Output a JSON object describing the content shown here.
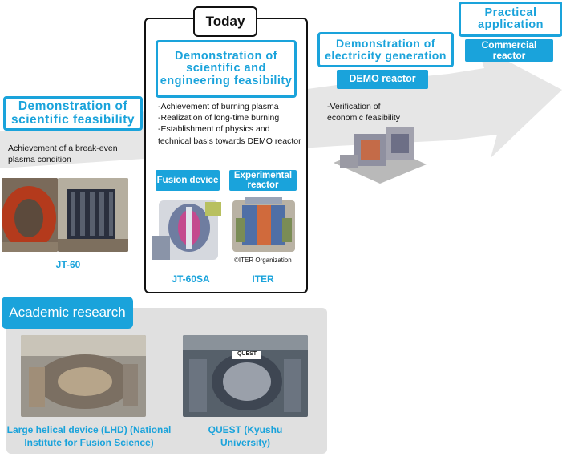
{
  "stages": {
    "scientific": {
      "title": "Demonstration of scientific feasibility",
      "description": "Achievement of a break-even plasma condition",
      "device_label": "JT-60"
    },
    "today": {
      "badge": "Today",
      "title": "Demonstration of scientific and engineering feasibility",
      "bullets": [
        "-Achievement of burning plasma",
        "-Realization of long-time burning",
        "-Establishment of physics and technical basis towards DEMO reactor"
      ],
      "fusion_device_label": "Fusion device",
      "experimental_reactor_label": "Experimental reactor",
      "iter_credit": "©ITER Organization",
      "device_left": "JT-60SA",
      "device_right": "ITER"
    },
    "electricity": {
      "title": "Demonstration of electricity generation",
      "reactor_label": "DEMO reactor",
      "description": "-Verification of economic feasibility"
    },
    "practical": {
      "title": "Practical application",
      "reactor_label": "Commercial reactor"
    }
  },
  "academic": {
    "title": "Academic research",
    "lhd_caption": "Large helical device (LHD) (National Institute for Fusion Science)",
    "quest_caption": "QUEST (Kyushu University)",
    "quest_sign": "QUEST"
  },
  "colors": {
    "accent": "#1aa3db",
    "arrow": "#e6e6e6",
    "panel": "#e0e0e0"
  }
}
